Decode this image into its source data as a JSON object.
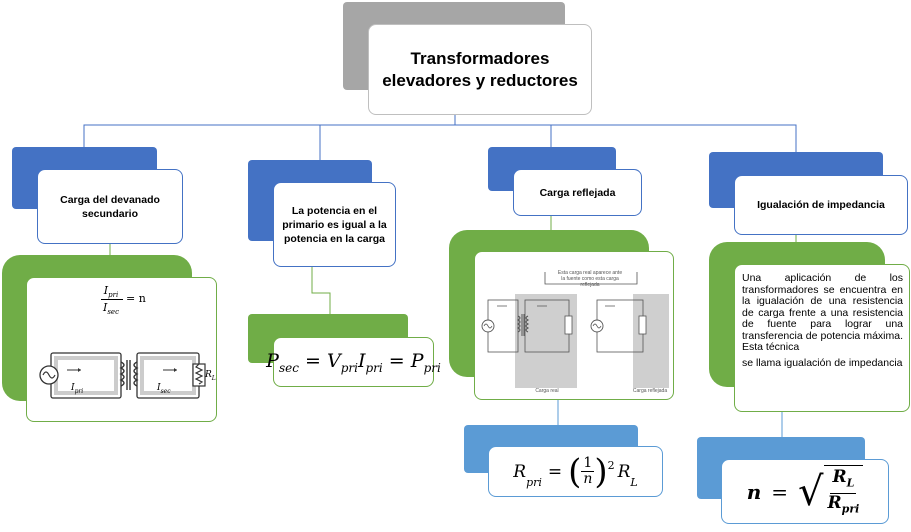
{
  "root": {
    "title": "Transformadores elevadores y reductores"
  },
  "branches": [
    {
      "label": "Carga del devanado secundario",
      "figure": {
        "ratio_num": "I",
        "ratio_num_sub": "pri",
        "ratio_den": "I",
        "ratio_den_sub": "sec",
        "ratio_rhs": "= n",
        "current_pri": "I",
        "current_pri_sub": "pri",
        "current_sec": "I",
        "current_sec_sub": "sec",
        "load": "R",
        "load_sub": "L"
      }
    },
    {
      "label": "La potencia en el primario es igual a la potencia en la carga",
      "formula": {
        "lhs": "P",
        "lhs_sub": "sec",
        "eq1": "=",
        "v": "V",
        "v_sub": "pri",
        "i": "I",
        "i_sub": "pri",
        "eq2": "=",
        "p": "P",
        "p_sub": "pri"
      }
    },
    {
      "label": "Carga reflejada",
      "figure": {
        "caption_top": "Esta carga real aparece ante la fuente como esta carga reflejada",
        "caption_left": "Carga real",
        "caption_right": "Carga reflejada"
      },
      "formula": {
        "lhs": "R",
        "lhs_sub": "pri",
        "eq": "=",
        "num": "1",
        "den": "n",
        "exp": "2",
        "rl": "R",
        "rl_sub": "L"
      }
    },
    {
      "label": "Igualación de impedancia",
      "paragraph_1": "Una aplicación de los transformadores se encuentra en la igualación de una resistencia de carga frente a una resistencia de fuente para lograr una transferencia de potencia máxima. Esta técnica",
      "paragraph_2": "se llama igualación de impedancia",
      "formula": {
        "lhs": "n",
        "eq": "=",
        "num": "R",
        "num_sub": "L",
        "den": "R",
        "den_sub": "pri"
      }
    }
  ],
  "colors": {
    "gray": "#a6a6a6",
    "blue": "#4472c4",
    "green": "#70ad47",
    "light_blue": "#5b9bd5"
  }
}
